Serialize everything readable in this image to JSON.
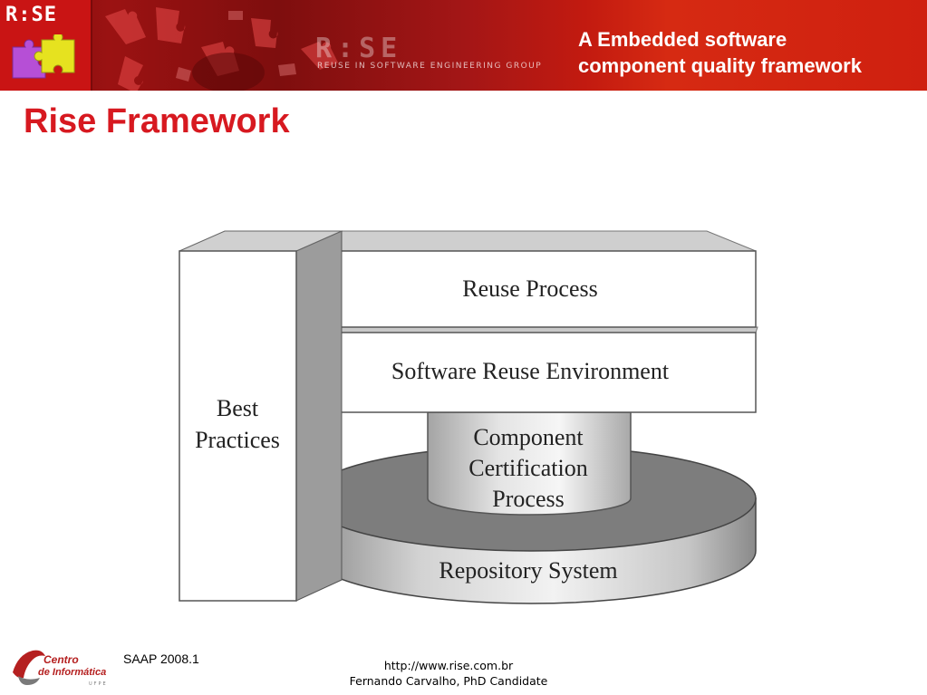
{
  "header": {
    "logo_text": "R:SE",
    "brand_watermark": "R:SE",
    "brand_tagline": "REUSE IN SOFTWARE ENGINEERING GROUP",
    "title_line1": "A Embedded software",
    "title_line2": "component quality framework",
    "colors": {
      "banner": "#c21a10",
      "title_text": "#ffffff"
    }
  },
  "slide": {
    "title": "Rise Framework",
    "title_color": "#d71920"
  },
  "diagram": {
    "labels": {
      "best_practices_line1": "Best",
      "best_practices_line2": "Practices",
      "reuse_process": "Reuse Process",
      "software_reuse_environment": "Software Reuse Environment",
      "component_line1": "Component",
      "component_line2": "Certification",
      "component_line3": "Process",
      "repository_system": "Repository System"
    }
  },
  "footer": {
    "logo_line1": "Centro",
    "logo_line2": "de Informática",
    "logo_line3": "UFPE",
    "version": "SAAP 2008.1",
    "url": "http://www.rise.com.br",
    "author": "Fernando Carvalho, PhD Candidate"
  }
}
